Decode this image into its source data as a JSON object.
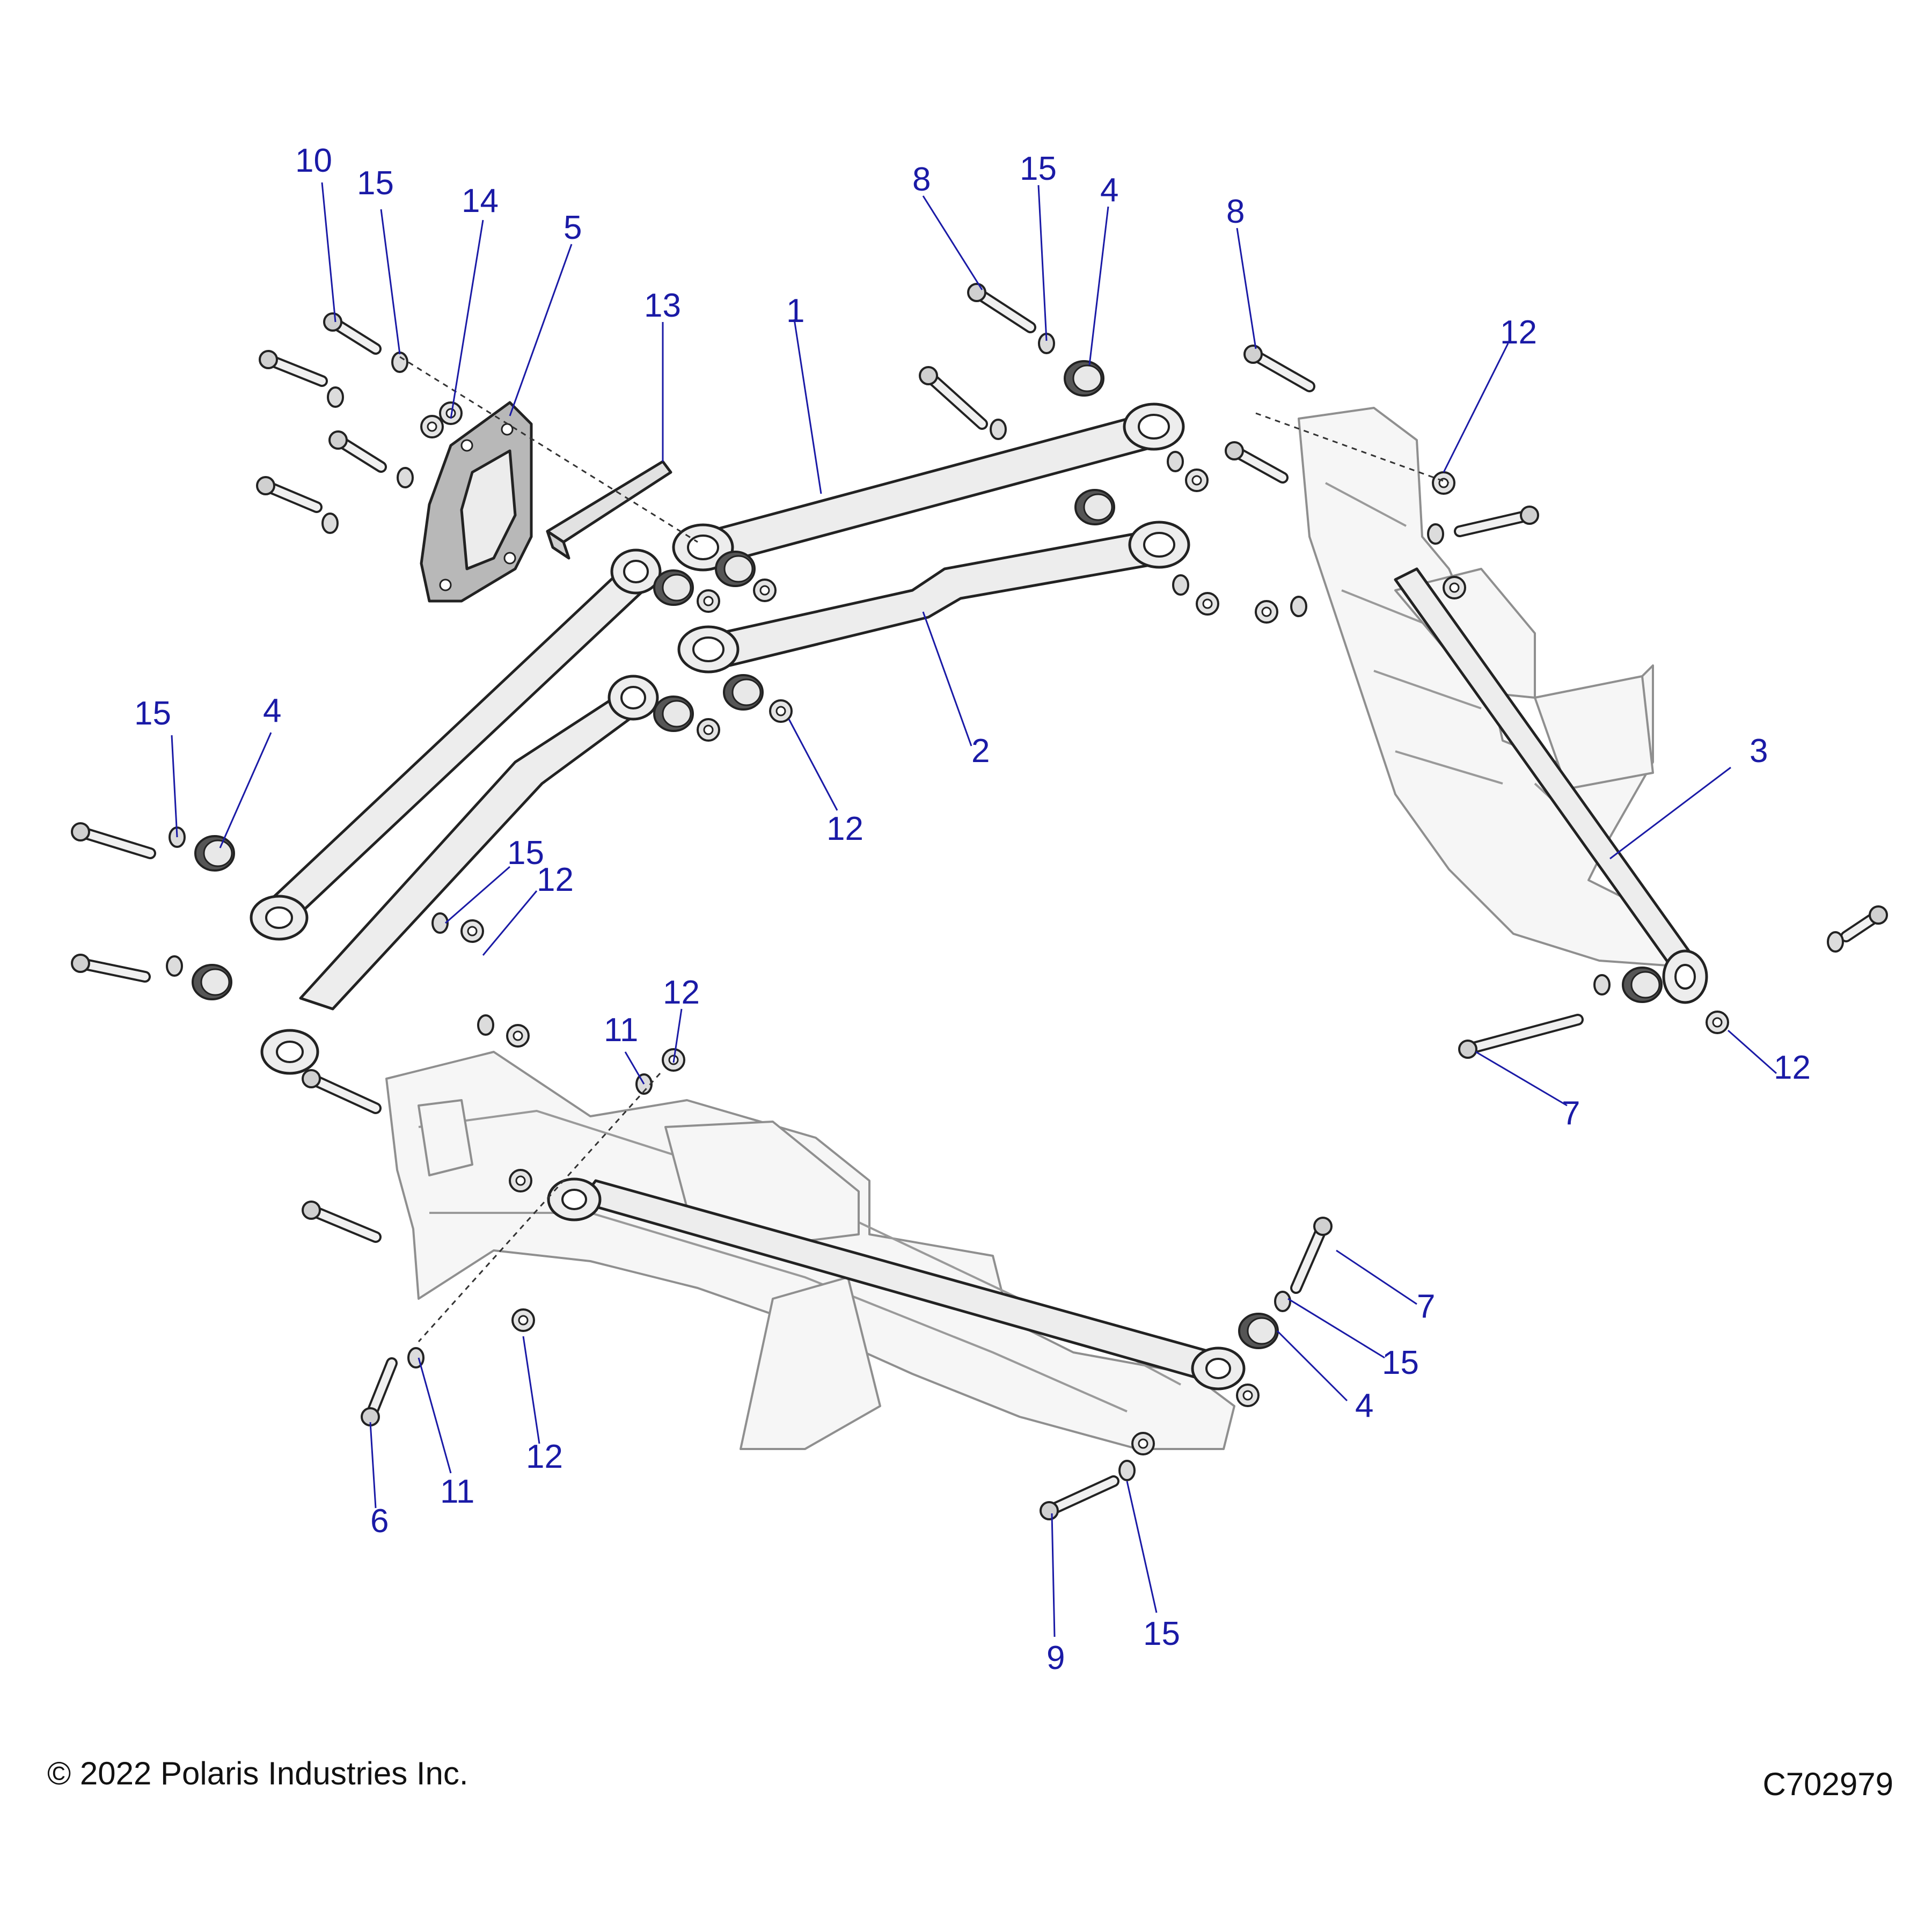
{
  "footer": {
    "copyright": "© 2022 Polaris Industries Inc.",
    "figure_code": "C702979"
  },
  "callouts": [
    {
      "id": "c-10",
      "text": "10"
    },
    {
      "id": "c-15a",
      "text": "15"
    },
    {
      "id": "c-14",
      "text": "14"
    },
    {
      "id": "c-5",
      "text": "5"
    },
    {
      "id": "c-13",
      "text": "13"
    },
    {
      "id": "c-1",
      "text": "1"
    },
    {
      "id": "c-8a",
      "text": "8"
    },
    {
      "id": "c-15b",
      "text": "15"
    },
    {
      "id": "c-4a",
      "text": "4"
    },
    {
      "id": "c-8b",
      "text": "8"
    },
    {
      "id": "c-12a",
      "text": "12"
    },
    {
      "id": "c-15c",
      "text": "15"
    },
    {
      "id": "c-4b",
      "text": "4"
    },
    {
      "id": "c-2",
      "text": "2"
    },
    {
      "id": "c-12b",
      "text": "12"
    },
    {
      "id": "c-3",
      "text": "3"
    },
    {
      "id": "c-15d",
      "text": "15"
    },
    {
      "id": "c-12c",
      "text": "12"
    },
    {
      "id": "c-11a",
      "text": "11"
    },
    {
      "id": "c-12d",
      "text": "12"
    },
    {
      "id": "c-12e",
      "text": "12"
    },
    {
      "id": "c-7a",
      "text": "7"
    },
    {
      "id": "c-7b",
      "text": "7"
    },
    {
      "id": "c-15e",
      "text": "15"
    },
    {
      "id": "c-4c",
      "text": "4"
    },
    {
      "id": "c-12f",
      "text": "12"
    },
    {
      "id": "c-6",
      "text": "6"
    },
    {
      "id": "c-11b",
      "text": "11"
    },
    {
      "id": "c-9",
      "text": "9"
    },
    {
      "id": "c-15f",
      "text": "15"
    }
  ]
}
